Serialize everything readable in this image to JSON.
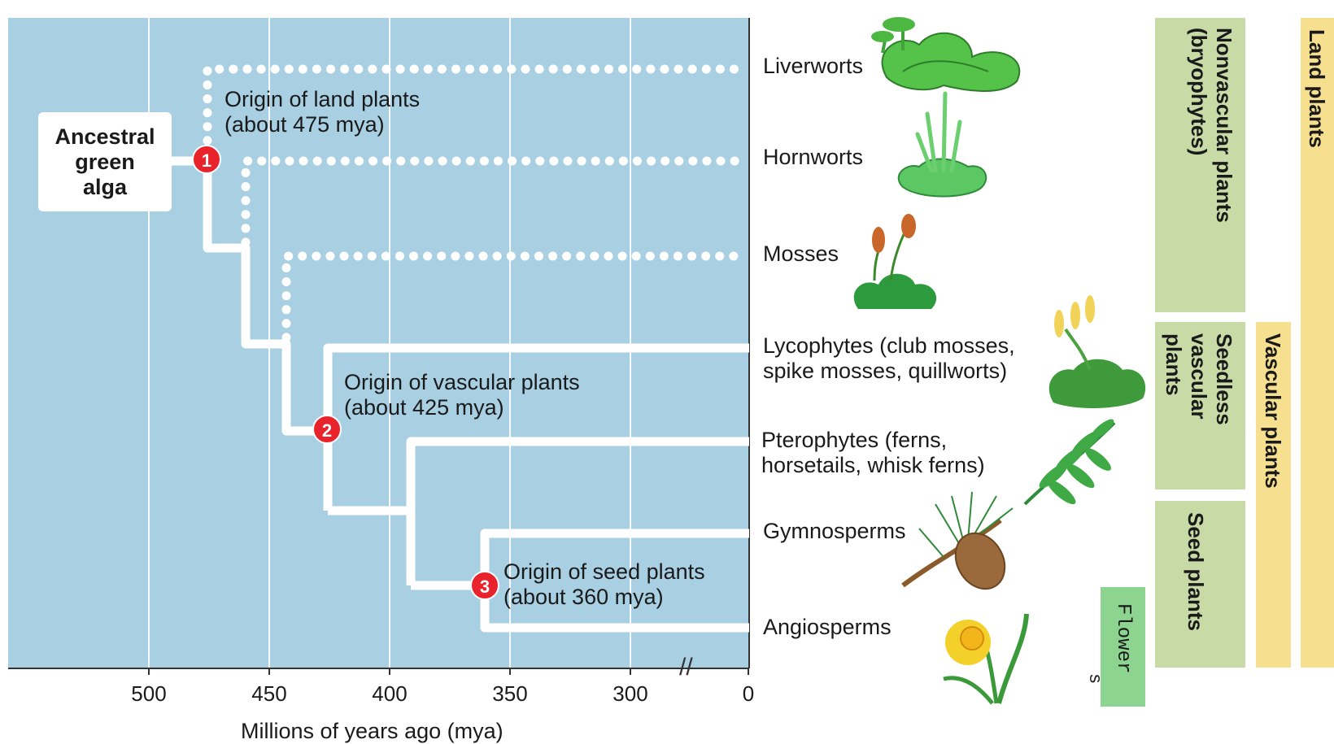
{
  "ancestor": {
    "lines": [
      "Ancestral",
      "green",
      "alga"
    ]
  },
  "origins": [
    {
      "number": "1",
      "line1": "Origin of land plants",
      "line2": "(about 475 mya)"
    },
    {
      "number": "2",
      "line1": "Origin of vascular plants",
      "line2": "(about 425 mya)"
    },
    {
      "number": "3",
      "line1": "Origin of seed plants",
      "line2": "(about 360 mya)"
    }
  ],
  "taxa": [
    {
      "line1": "Liverworts",
      "line2": "",
      "illustration": "liverwort-illustration"
    },
    {
      "line1": "Hornworts",
      "line2": "",
      "illustration": "hornwort-illustration"
    },
    {
      "line1": "Mosses",
      "line2": "",
      "illustration": "moss-illustration"
    },
    {
      "line1": "Lycophytes (club mosses,",
      "line2": "spike mosses, quillworts)",
      "illustration": "lycophyte-illustration"
    },
    {
      "line1": "Pterophytes (ferns,",
      "line2": "horsetails, whisk ferns)",
      "illustration": "fern-illustration"
    },
    {
      "line1": "Gymnosperms",
      "line2": "",
      "illustration": "pine-branch-illustration"
    },
    {
      "line1": "Angiosperms",
      "line2": "",
      "illustration": "daffodil-illustration"
    }
  ],
  "axis": {
    "title": "Millions of years ago (mya)",
    "ticks": [
      "500",
      "450",
      "400",
      "350",
      "300",
      "0"
    ],
    "break_symbol": "//"
  },
  "groups": {
    "nonvascular": "Nonvascular plants (bryophytes)",
    "seedless_vascular": "Seedless vascular plants",
    "seed_plants": "Seed plants",
    "vascular_plants": "Vascular plants",
    "land_plants": "Land plants",
    "flowers": "Flower",
    "flowers_overflow": "s"
  },
  "colors": {
    "panel": "#a8cfe2",
    "branch": "#ffffff",
    "badge": "#e8232b",
    "green_box": "#c8dba7",
    "yellow_box": "#f6df8e",
    "flower_box": "#8cd48f"
  }
}
